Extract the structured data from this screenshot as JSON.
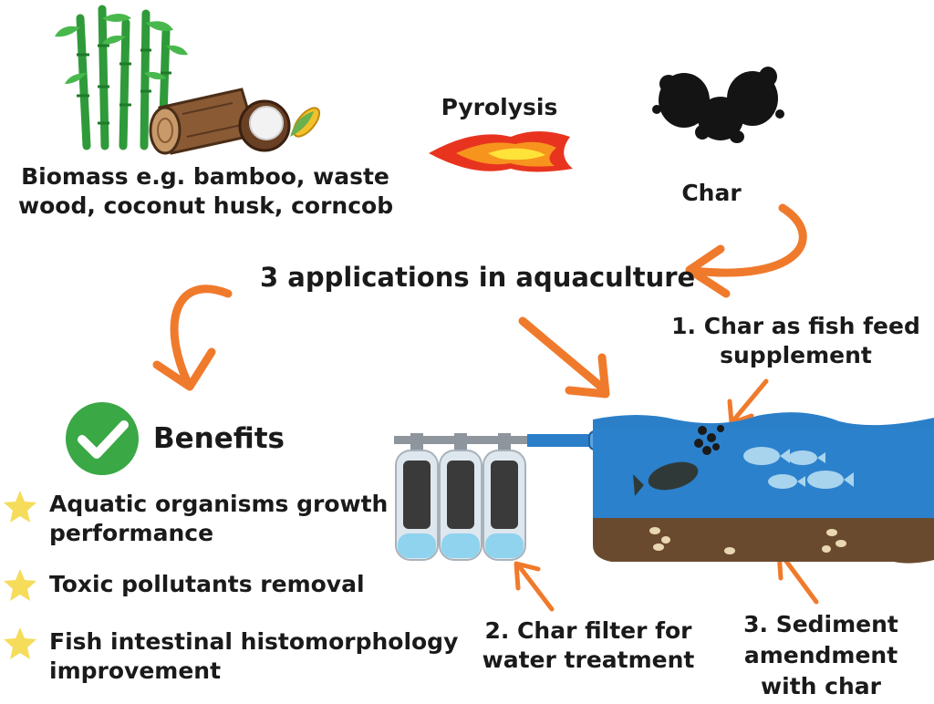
{
  "biomass": {
    "label_line1": "Biomass e.g. bamboo, waste",
    "label_line2": "wood, coconut husk, corncob"
  },
  "pyrolysis": {
    "label": "Pyrolysis"
  },
  "char": {
    "label": "Char"
  },
  "applications": {
    "title": "3 applications in aquaculture"
  },
  "app1": {
    "line1": "1. Char as fish feed",
    "line2": "supplement"
  },
  "app2": {
    "line1": "2. Char filter for",
    "line2": "water treatment"
  },
  "app3": {
    "line1": "3. Sediment",
    "line2": "amendment",
    "line3": "with char"
  },
  "benefits": {
    "title": "Benefits",
    "items": [
      {
        "line1": "Aquatic organisms growth",
        "line2": "performance"
      },
      {
        "line1": "Toxic pollutants removal",
        "line2": ""
      },
      {
        "line1": "Fish intestinal histomorphology",
        "line2": "improvement"
      }
    ]
  },
  "colors": {
    "arrow": "#f07a2c",
    "check_green": "#3aa845",
    "star": "#f5dc5a",
    "water": "#2b7fc9",
    "sediment": "#6a4a2e"
  },
  "icons": [
    "bamboo-icon",
    "log-icon",
    "coconut-icon",
    "corncob-icon",
    "flame-icon",
    "char-pile-icon",
    "checkmark-icon",
    "star-icon",
    "water-filter-icon",
    "pond-icon",
    "fish-icon"
  ]
}
